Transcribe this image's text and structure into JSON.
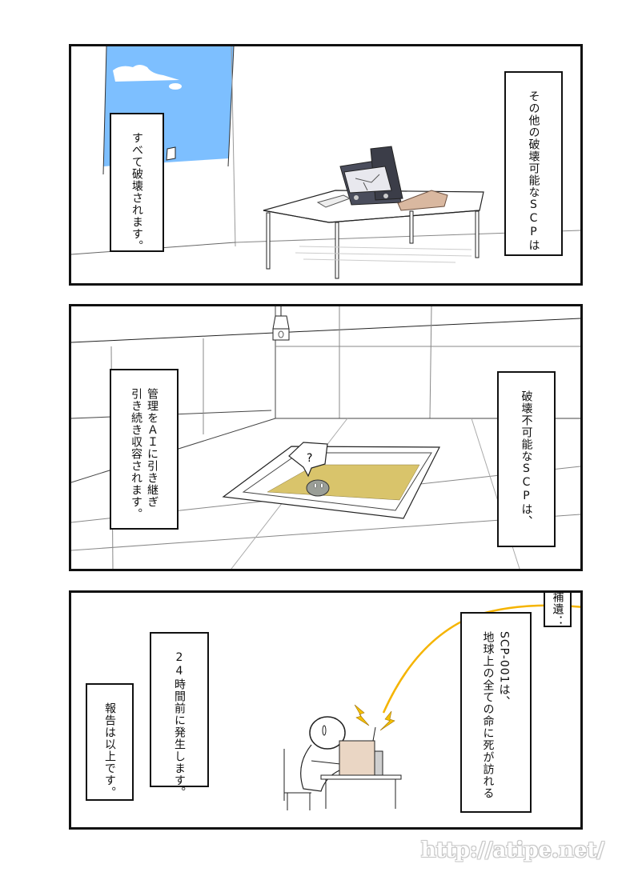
{
  "page": {
    "type": "manga-page",
    "panel_count": 3,
    "watermark": "http://atipe.net/"
  },
  "panels": [
    {
      "id": "panel-1",
      "scene": "empty office with broken CRT monitor on table, window showing blue sky",
      "captions": [
        {
          "position": "right",
          "text": "その他の破壊可能なSCPは"
        },
        {
          "position": "left",
          "text": "すべて破壊されます。"
        }
      ],
      "colors": {
        "sky": "#7dbfff",
        "monitor": "#4a4d5c",
        "keypad": "#d9b8a0"
      }
    },
    {
      "id": "panel-2",
      "scene": "containment room with sand pit and small creature saying '?'",
      "speech_bubble": "?",
      "captions": [
        {
          "position": "right",
          "text": "破壊不可能なSCPは、"
        },
        {
          "position": "left",
          "lines": [
            "管理をＡＩに引き継ぎ",
            "引き続き収容されます。"
          ]
        }
      ],
      "colors": {
        "sand": "#d9c46b",
        "creature": "#9a9e97"
      }
    },
    {
      "id": "panel-3",
      "scene": "stick figure at desk with device emitting sparks and orange signal line",
      "captions": [
        {
          "position": "top-right-tag",
          "text": "補遺："
        },
        {
          "position": "right",
          "lines": [
            "SCP-001は、",
            "地球上の全ての命に死が訪れる"
          ]
        },
        {
          "position": "middle",
          "text": "24時間前に発生します。"
        },
        {
          "position": "left",
          "text": "報告は以上です。"
        }
      ],
      "colors": {
        "signal": "#f5b400",
        "device": "#ead6c4"
      }
    }
  ]
}
